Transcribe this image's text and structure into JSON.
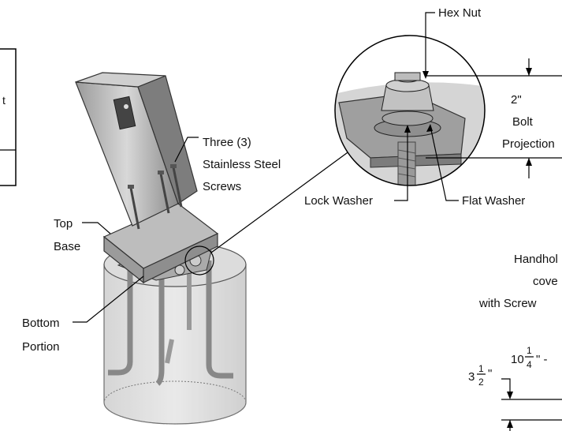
{
  "labels": {
    "hex_nut": "Hex Nut",
    "bolt_projection_value": "2\"",
    "bolt_projection_line1": "Bolt",
    "bolt_projection_line2": "Projection",
    "lock_washer": "Lock Washer",
    "flat_washer": "Flat Washer",
    "screws_line1": "Three (3)",
    "screws_line2": "Stainless Steel",
    "screws_line3": "Screws",
    "top_base_line1": "Top",
    "top_base_line2": "Base",
    "bottom_portion_line1": "Bottom",
    "bottom_portion_line2": "Portion",
    "handhole_line1": "Handhol",
    "handhole_line2": "cove",
    "handhole_line3": "with Screw",
    "left_box_text": "t"
  },
  "dimensions": {
    "dim_a_whole": "10",
    "dim_a_num": "1",
    "dim_a_den": "4",
    "dim_a_suffix": "\" -",
    "dim_b_whole": "3",
    "dim_b_num": "1",
    "dim_b_den": "2",
    "dim_b_suffix": "\""
  }
}
